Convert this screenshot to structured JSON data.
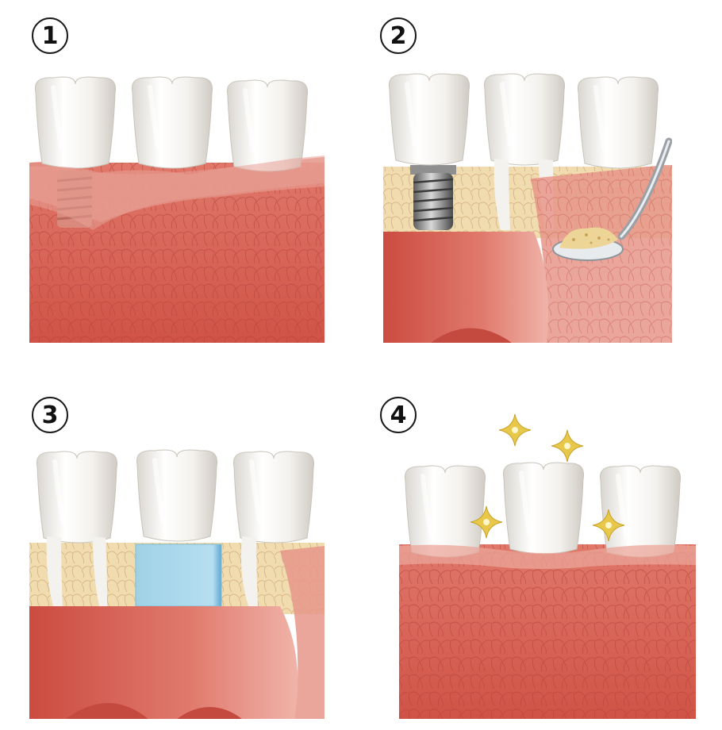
{
  "steps": [
    {
      "number": "1",
      "scene": "implant-placed-under-crown"
    },
    {
      "number": "2",
      "scene": "bone-graft-applied-with-spoon"
    },
    {
      "number": "3",
      "scene": "membrane-block-under-crown"
    },
    {
      "number": "4",
      "scene": "healed-gum-sparkling-teeth"
    }
  ],
  "colors": {
    "gum": "#d35a4e",
    "gum_light": "#e6978a",
    "bone": "#f1dcb0",
    "tooth": "#f2f0ec",
    "implant": "#8a8a8a",
    "membrane": "#a9d8ea",
    "sparkle": "#e7c94b"
  },
  "icons": [
    "number-1-badge",
    "number-2-badge",
    "number-3-badge",
    "number-4-badge",
    "sparkle-icon",
    "dental-spoon-icon"
  ]
}
